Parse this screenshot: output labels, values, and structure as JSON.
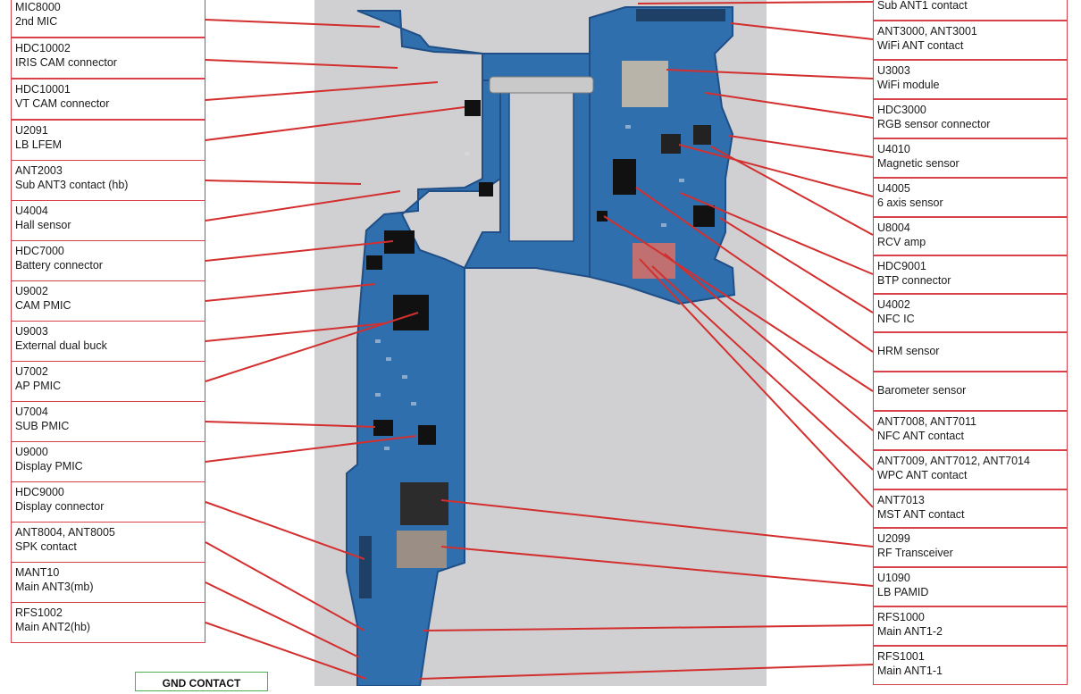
{
  "labels_left": [
    {
      "id": "MIC8000",
      "line1": "MIC8000",
      "line2": "2nd MIC"
    },
    {
      "id": "HDC10002",
      "line1": "HDC10002",
      "line2": "IRIS CAM connector"
    },
    {
      "id": "HDC10001",
      "line1": "HDC10001",
      "line2": "VT CAM connector"
    },
    {
      "id": "U2091",
      "line1": "U2091",
      "line2": "LB LFEM"
    },
    {
      "id": "ANT2003",
      "line1": "ANT2003",
      "line2": "Sub ANT3 contact (hb)"
    },
    {
      "id": "U4004",
      "line1": "U4004",
      "line2": "Hall sensor"
    },
    {
      "id": "HDC7000",
      "line1": "HDC7000",
      "line2": "Battery connector"
    },
    {
      "id": "U9002",
      "line1": "U9002",
      "line2": "CAM PMIC"
    },
    {
      "id": "U9003",
      "line1": "U9003",
      "line2": "External dual buck"
    },
    {
      "id": "U7002",
      "line1": "U7002",
      "line2": "AP PMIC"
    },
    {
      "id": "U7004",
      "line1": "U7004",
      "line2": "SUB PMIC"
    },
    {
      "id": "U9000",
      "line1": "U9000",
      "line2": "Display PMIC"
    },
    {
      "id": "HDC9000",
      "line1": "HDC9000",
      "line2": "Display connector"
    },
    {
      "id": "ANT8004",
      "line1": "ANT8004, ANT8005",
      "line2": "SPK contact"
    },
    {
      "id": "MANT10",
      "line1": "MANT10",
      "line2": "Main ANT3(mb)"
    },
    {
      "id": "RFS1002",
      "line1": "RFS1002",
      "line2": "Main ANT2(hb)"
    }
  ],
  "labels_right": [
    {
      "id": "SUBANT1",
      "line1": "Sub ANT1 contact",
      "line2": ""
    },
    {
      "id": "ANT3000",
      "line1": "ANT3000, ANT3001",
      "line2": "WiFi ANT contact"
    },
    {
      "id": "U3003",
      "line1": "U3003",
      "line2": "WiFi module"
    },
    {
      "id": "HDC3000",
      "line1": "HDC3000",
      "line2": "RGB sensor connector"
    },
    {
      "id": "U4010",
      "line1": "U4010",
      "line2": "Magnetic sensor"
    },
    {
      "id": "U4005",
      "line1": "U4005",
      "line2": "6 axis sensor"
    },
    {
      "id": "U8004",
      "line1": "U8004",
      "line2": "RCV amp"
    },
    {
      "id": "HDC9001",
      "line1": "HDC9001",
      "line2": "BTP connector"
    },
    {
      "id": "U4002",
      "line1": "U4002",
      "line2": "NFC IC"
    },
    {
      "id": "HRM",
      "line1": "HRM sensor",
      "line2": ""
    },
    {
      "id": "BARO",
      "line1": "Barometer sensor",
      "line2": ""
    },
    {
      "id": "ANT7008",
      "line1": "ANT7008, ANT7011",
      "line2": "NFC ANT contact"
    },
    {
      "id": "ANT7009",
      "line1": "ANT7009, ANT7012, ANT7014",
      "line2": "WPC ANT contact"
    },
    {
      "id": "ANT7013",
      "line1": "ANT7013",
      "line2": "MST ANT contact"
    },
    {
      "id": "U2099",
      "line1": "U2099",
      "line2": "RF Transceiver"
    },
    {
      "id": "U1090",
      "line1": "U1090",
      "line2": "LB PAMID"
    },
    {
      "id": "RFS1000",
      "line1": "RFS1000",
      "line2": "Main ANT1-2"
    },
    {
      "id": "RFS1001",
      "line1": "RFS1001",
      "line2": "Main ANT1-1"
    }
  ],
  "gnd_contact": "GND CONTACT",
  "colors": {
    "board": "#2f6fae",
    "board_edge": "#1f4f86",
    "leader": "#d32f2f",
    "box_border": "#d9424a",
    "gnd_border": "#4caf50",
    "photo_bg": "#d0d0d2"
  }
}
